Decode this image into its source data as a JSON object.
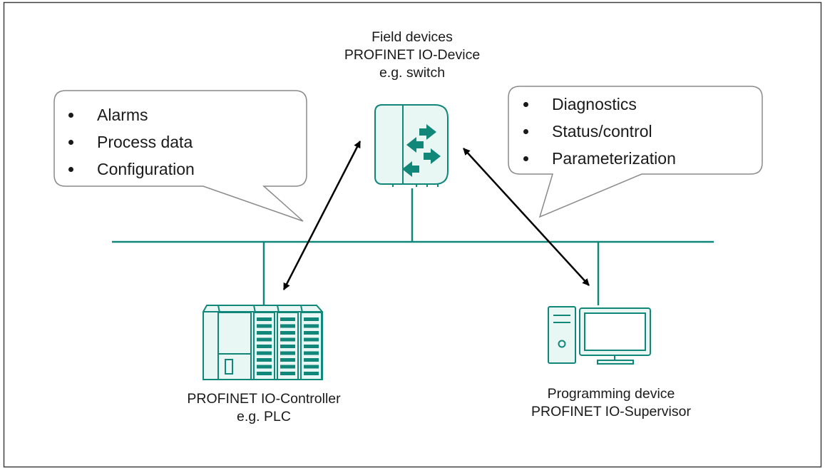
{
  "colors": {
    "network": "#11877a",
    "device_fill": "#e8f6f4",
    "arrow": "#000000",
    "callout_border": "#8a8a8a",
    "frame": "#404040"
  },
  "labels": {
    "field_devices": [
      "Field devices",
      "PROFINET IO-Device",
      "e.g. switch"
    ],
    "controller": [
      "PROFINET IO-Controller",
      "e.g. PLC"
    ],
    "supervisor": [
      "Programming device",
      "PROFINET IO-Supervisor"
    ]
  },
  "callouts": {
    "left": {
      "items": [
        "Alarms",
        "Process data",
        "Configuration"
      ]
    },
    "right": {
      "items": [
        "Diagnostics",
        "Status/control",
        "Parameterization"
      ]
    }
  },
  "icons": {
    "switch": "network-switch-icon",
    "plc": "plc-rack-icon",
    "computer": "computer-workstation-icon"
  }
}
